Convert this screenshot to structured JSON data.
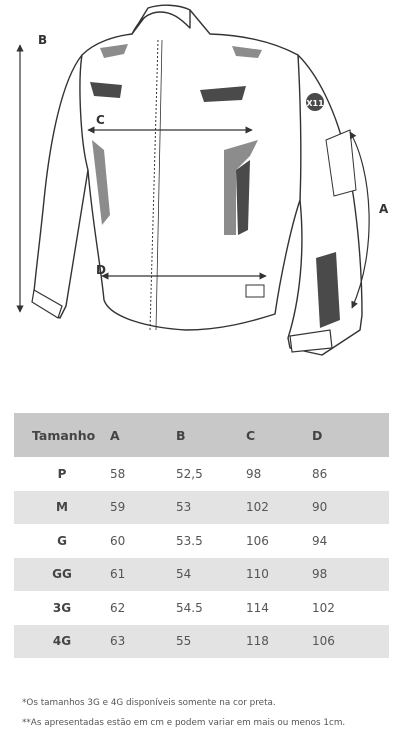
{
  "diagram": {
    "labels": {
      "a": "A",
      "b": "B",
      "c": "C",
      "d": "D"
    },
    "brand_logo_text": "X11",
    "colors": {
      "line": "#333333",
      "panel_gray": "#8c8c8c",
      "panel_dark": "#4a4a4a"
    }
  },
  "table": {
    "headers": [
      "Tamanho",
      "A",
      "B",
      "C",
      "D"
    ],
    "rows": [
      [
        "P",
        "58",
        "52,5",
        "98",
        "86"
      ],
      [
        "M",
        "59",
        "53",
        "102",
        "90"
      ],
      [
        "G",
        "60",
        "53.5",
        "106",
        "94"
      ],
      [
        "GG",
        "61",
        "54",
        "110",
        "98"
      ],
      [
        "3G",
        "62",
        "54.5",
        "114",
        "102"
      ],
      [
        "4G",
        "63",
        "55",
        "118",
        "106"
      ]
    ],
    "colors": {
      "header_bg": "#c8c8c8",
      "stripe_bg": "#e3e3e3"
    }
  },
  "notes": [
    "*Os tamanhos 3G e 4G disponíveis somente na cor preta.",
    "**As apresentadas estão em cm e podem variar em mais ou menos 1cm."
  ]
}
